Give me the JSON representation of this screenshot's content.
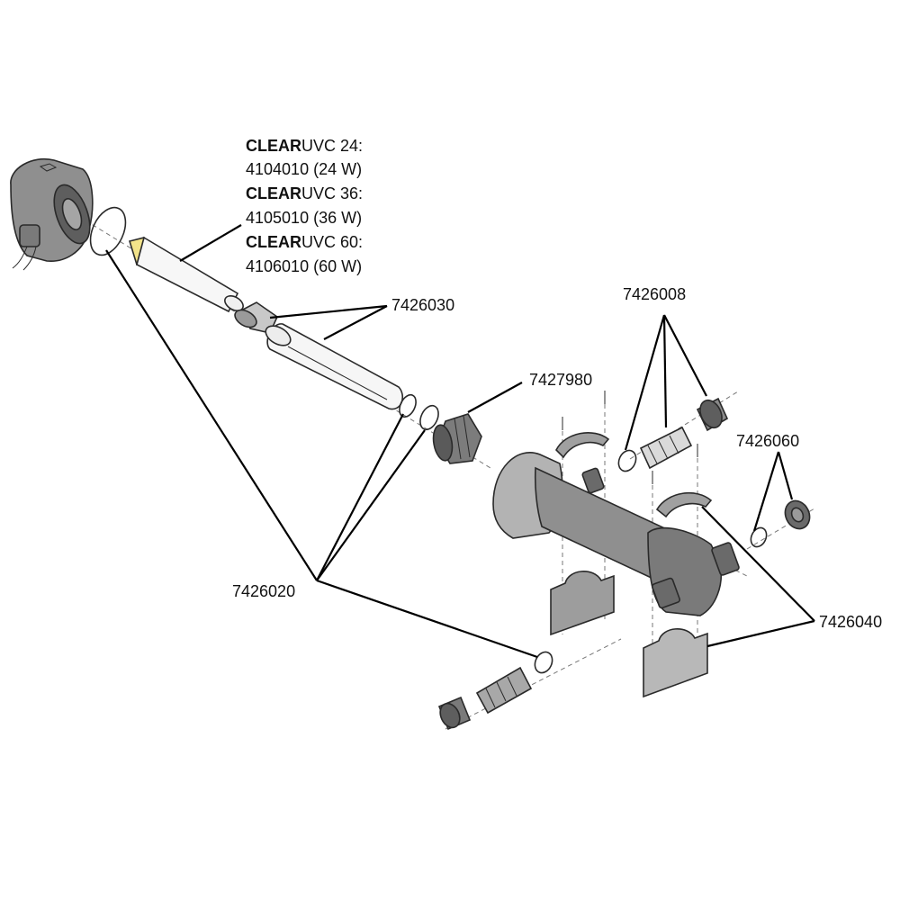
{
  "colors": {
    "housing_fill": "#8f8f8f",
    "housing_dark": "#5e5e5e",
    "housing_light": "#b9b9b9",
    "quartz_fill": "#ececec",
    "lamp_cap": "#f2e38a",
    "leader": "#000000",
    "text": "#111111"
  },
  "lamp_spec": {
    "lines": [
      {
        "bold": "CLEAR",
        "rest": "UVC 24:"
      },
      {
        "bold": "",
        "rest": "4104010 (24 W)"
      },
      {
        "bold": "CLEAR",
        "rest": "UVC 36:"
      },
      {
        "bold": "",
        "rest": "4105010 (36 W)"
      },
      {
        "bold": "CLEAR",
        "rest": "UVC 60:"
      },
      {
        "bold": "",
        "rest": "4106010 (60 W)"
      }
    ]
  },
  "part_numbers": {
    "quartz_sleeve_set": "7426030",
    "hose_tail_set": "7426008",
    "union_nut": "7427980",
    "o_ring_set": "7426060",
    "gasket_set": "7426020",
    "clamp_bracket_set": "7426040"
  },
  "icons": {
    "lamp_head": "electrical-head-icon",
    "lamp": "uv-lamp-icon",
    "housing": "uvc-housing-icon",
    "screw": "screw-icon"
  }
}
